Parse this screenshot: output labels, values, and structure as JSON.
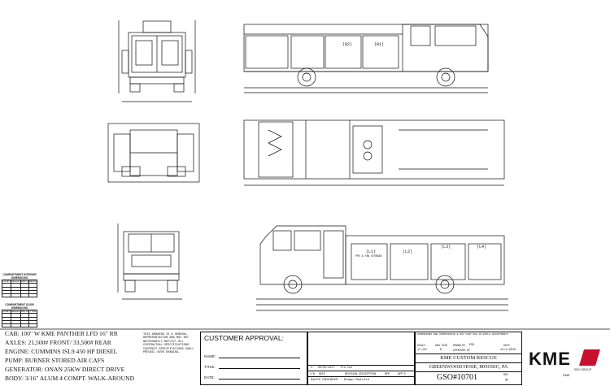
{
  "views": {
    "side_left_label": "",
    "top_labels": {
      "f1": "(R1)",
      "f2": "(R2)"
    },
    "right_side_labels": {
      "l1": "(L1)",
      "l2": "(L2)",
      "l3": "(L3)",
      "l4": "(L4)"
    },
    "pump_label": "PPE & FAN STORAGE"
  },
  "compartments": {
    "interior_title": "COMPARTMENT INTERIOR DIMENSIONS",
    "door_title": "COMPARTMENT DOOR DIMENSIONS",
    "headers": [
      "COMPT",
      "HEIGHT",
      "WIDTH",
      "DEPTH"
    ],
    "door_headers": [
      "COMPT",
      "HEIGHT",
      "WIDTH",
      "TYPE"
    ]
  },
  "specs": {
    "cab": "CAB: 100\" W KME PANTHER LFD 16\" RR",
    "axles": "AXLES:  21,500# FRONT/ 33,500# REAR",
    "engine": "ENGINE: CUMMINS ISL9 450 HP DIESEL",
    "pump": "PUMP: BURNER STORED AIR CAFS",
    "generator": "GENERATOR: ONAN 25KW DIRECT DRIVE",
    "body": "BODY: 3/16\" ALUM 4 COMPT. WALK-AROUND"
  },
  "disclaimer": "THIS DRAWING IS A GENERAL REPRESENTATION AND MAY NOT NECESSARILY REFLECT ALL CONTRACTUAL SPECIFICATIONS. CONTRACT SPECIFICATIONS SHALL PREVAIL OVER DRAWING.",
  "approval": {
    "title": "CUSTOMER APPROVAL:",
    "name_label": "NAME:",
    "title_label": "TITLE:",
    "date_label": "DATE:"
  },
  "revision": {
    "row_num": "4",
    "row_date": "09/05/2017",
    "row_desc": "Pre Con",
    "headers": [
      "C/N",
      "DATE",
      "REVISION DESCRIPTION",
      "BPR",
      "APP'D"
    ],
    "sales": "SALES ENGINEER : Shawn McArdle"
  },
  "title_block": {
    "note": "DIMENSIONS ARE APPROXIMATE & MAY VARY DUE TO BUILD ADJUSTMENTS",
    "scale_label": "SCALE",
    "scale_value": "1\"=24'",
    "dwg_label": "DWG SIZE",
    "dwg_value": "D",
    "drawn_label": "DRAWN BY",
    "drawn_value": "ESK",
    "approved_label": "APPROVED BY",
    "date_label": "DATE",
    "date_value": "12/1/2016",
    "company": "KME CUSTOM RESCUE",
    "project": "GREENWOOD HOSE, MOOSIC, PA",
    "gso": "GSO#10701",
    "rev_label": "REV",
    "rev_value": "4",
    "kme_small": "KME"
  },
  "logo": {
    "text": "KME",
    "sub": "REV GROUP"
  },
  "colors": {
    "logo_red": "#c8102e",
    "line": "#111111"
  }
}
